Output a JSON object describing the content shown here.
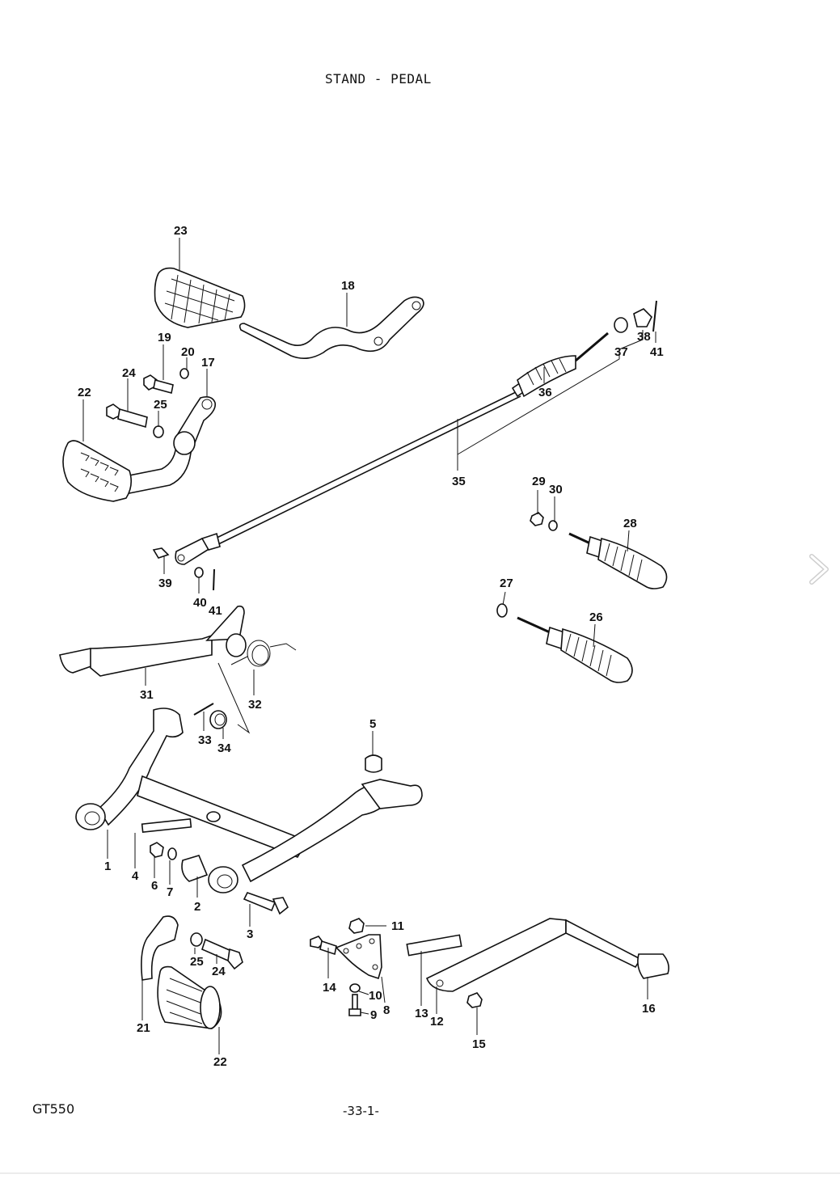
{
  "page": {
    "title": "STAND - PEDAL",
    "model": "GT550",
    "page_number": "-33-1-"
  },
  "navigation": {
    "next_icon": "chevron-right-icon"
  },
  "diagram": {
    "callouts": [
      {
        "id": "1",
        "label": "1"
      },
      {
        "id": "2",
        "label": "2"
      },
      {
        "id": "3",
        "label": "3"
      },
      {
        "id": "4",
        "label": "4"
      },
      {
        "id": "5",
        "label": "5"
      },
      {
        "id": "6",
        "label": "6"
      },
      {
        "id": "7",
        "label": "7"
      },
      {
        "id": "8",
        "label": "8"
      },
      {
        "id": "9",
        "label": "9"
      },
      {
        "id": "10",
        "label": "10"
      },
      {
        "id": "11",
        "label": "11"
      },
      {
        "id": "12",
        "label": "12"
      },
      {
        "id": "13",
        "label": "13"
      },
      {
        "id": "14",
        "label": "14"
      },
      {
        "id": "15",
        "label": "15"
      },
      {
        "id": "16",
        "label": "16"
      },
      {
        "id": "17",
        "label": "17"
      },
      {
        "id": "18",
        "label": "18"
      },
      {
        "id": "19",
        "label": "19"
      },
      {
        "id": "20",
        "label": "20"
      },
      {
        "id": "21",
        "label": "21"
      },
      {
        "id": "22a",
        "label": "22"
      },
      {
        "id": "22b",
        "label": "22"
      },
      {
        "id": "23",
        "label": "23"
      },
      {
        "id": "24a",
        "label": "24"
      },
      {
        "id": "24b",
        "label": "24"
      },
      {
        "id": "25a",
        "label": "25"
      },
      {
        "id": "25b",
        "label": "25"
      },
      {
        "id": "26",
        "label": "26"
      },
      {
        "id": "27",
        "label": "27"
      },
      {
        "id": "28",
        "label": "28"
      },
      {
        "id": "29",
        "label": "29"
      },
      {
        "id": "30",
        "label": "30"
      },
      {
        "id": "31",
        "label": "31"
      },
      {
        "id": "32",
        "label": "32"
      },
      {
        "id": "33",
        "label": "33"
      },
      {
        "id": "34",
        "label": "34"
      },
      {
        "id": "35",
        "label": "35"
      },
      {
        "id": "36",
        "label": "36"
      },
      {
        "id": "37",
        "label": "37"
      },
      {
        "id": "38",
        "label": "38"
      },
      {
        "id": "39",
        "label": "39"
      },
      {
        "id": "40",
        "label": "40"
      },
      {
        "id": "41a",
        "label": "41"
      },
      {
        "id": "41b",
        "label": "41"
      }
    ]
  }
}
